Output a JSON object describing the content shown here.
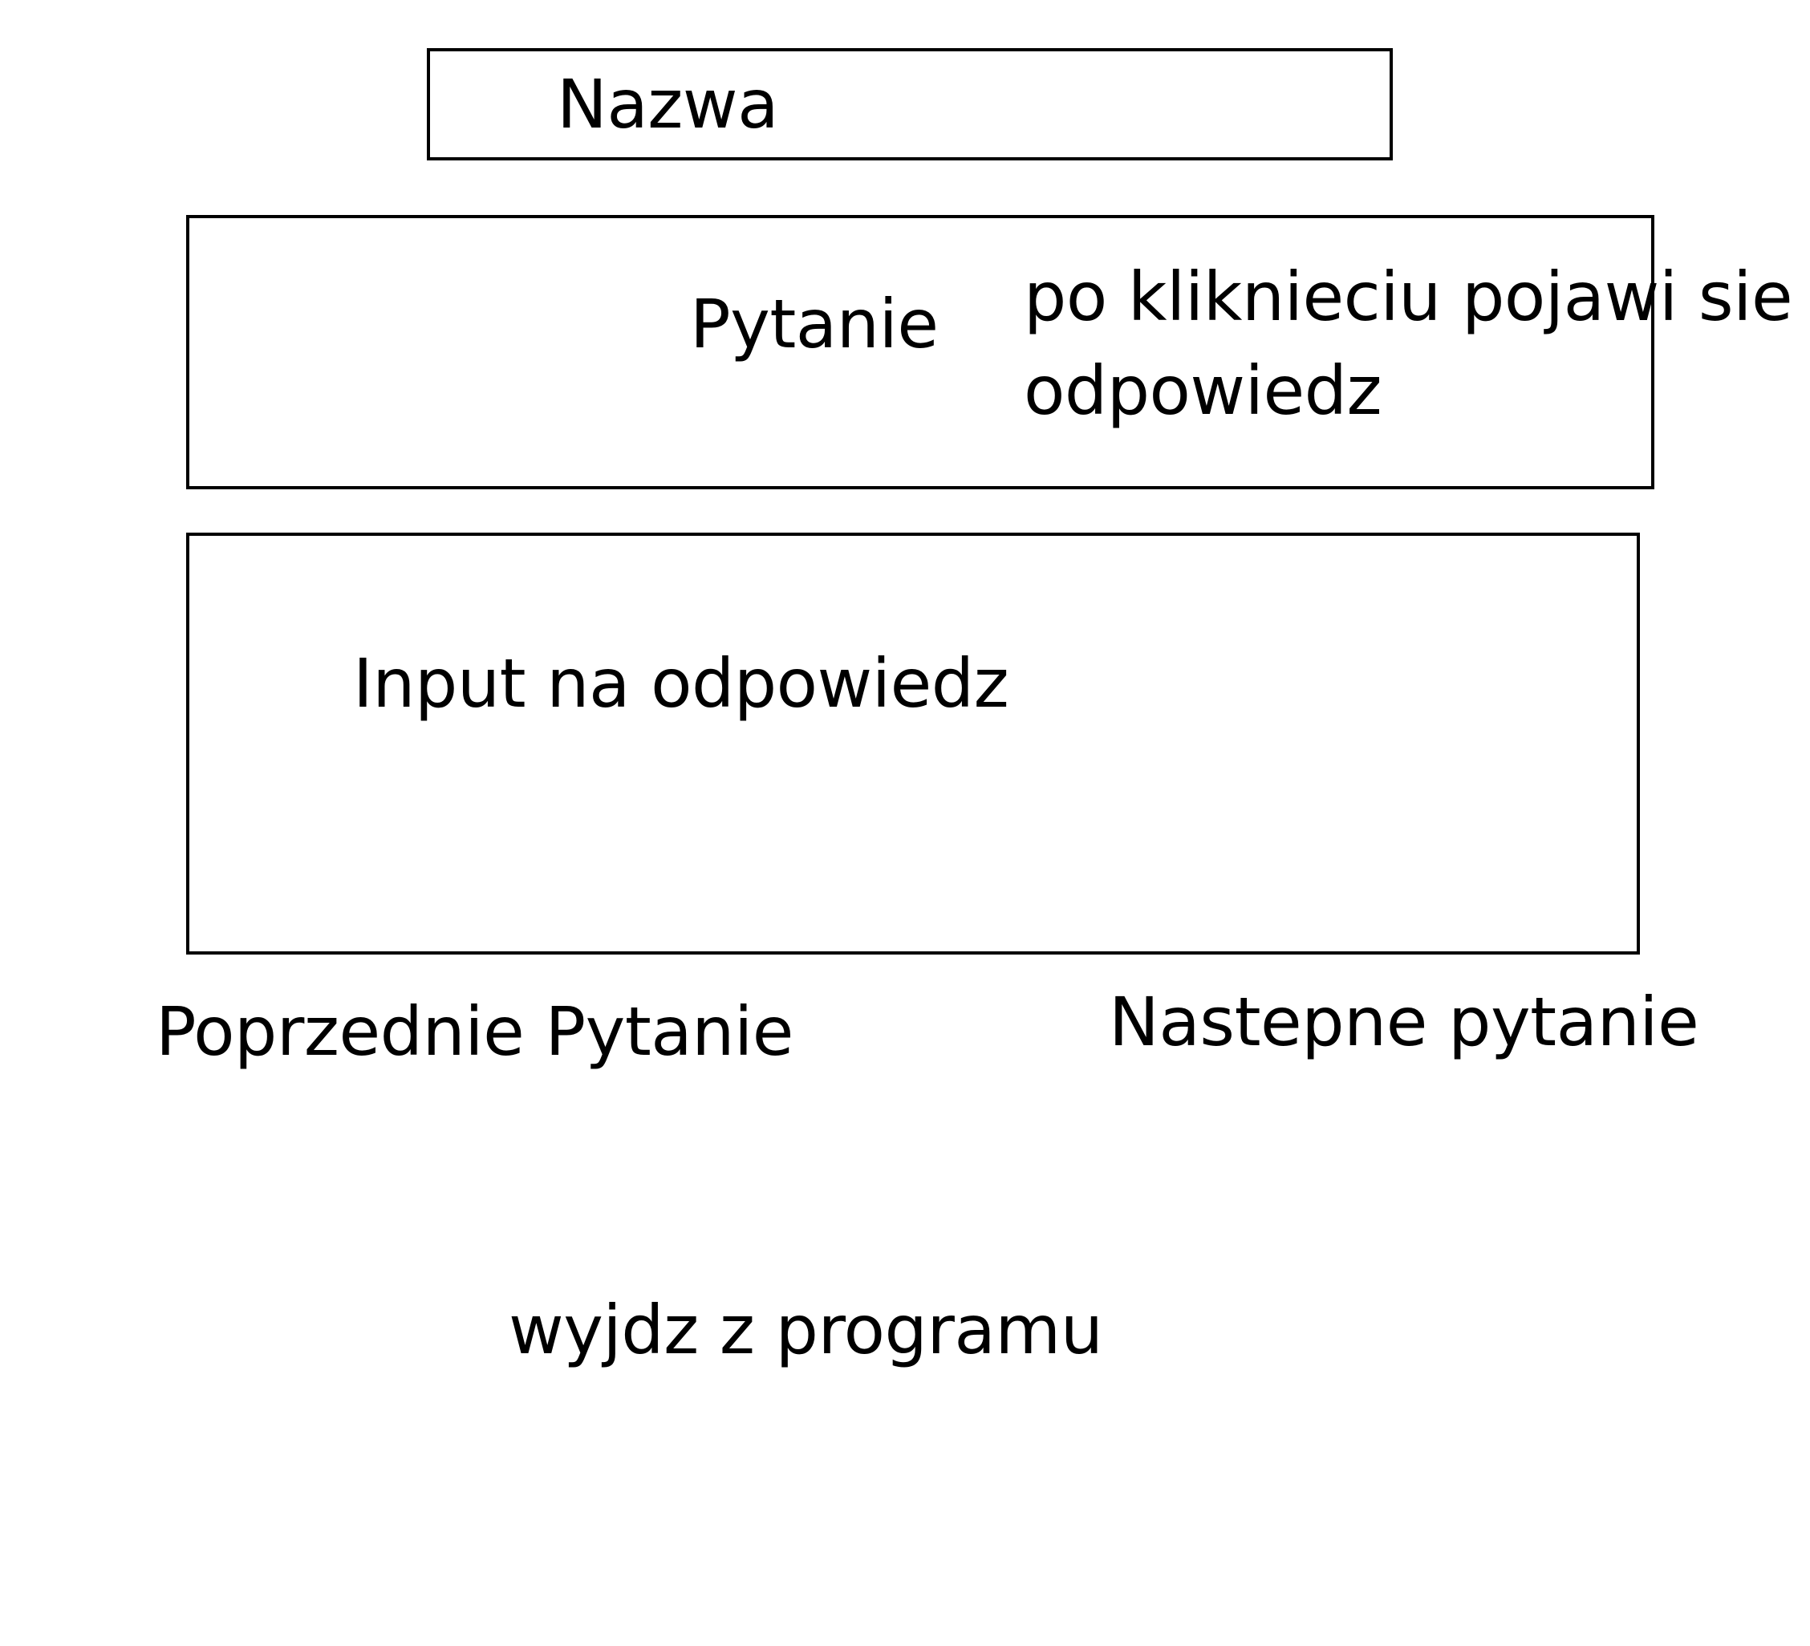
{
  "title_box": {
    "label": "Nazwa"
  },
  "question_box": {
    "label": "Pytanie",
    "note_line1": "po kliknieciu pojawi sie",
    "note_line2": "odpowiedz"
  },
  "answer_box": {
    "label": "Input na odpowiedz"
  },
  "navigation": {
    "previous_label": "Poprzednie Pytanie",
    "next_label": "Nastepne pytanie"
  },
  "exit": {
    "label": "wyjdz z programu"
  }
}
